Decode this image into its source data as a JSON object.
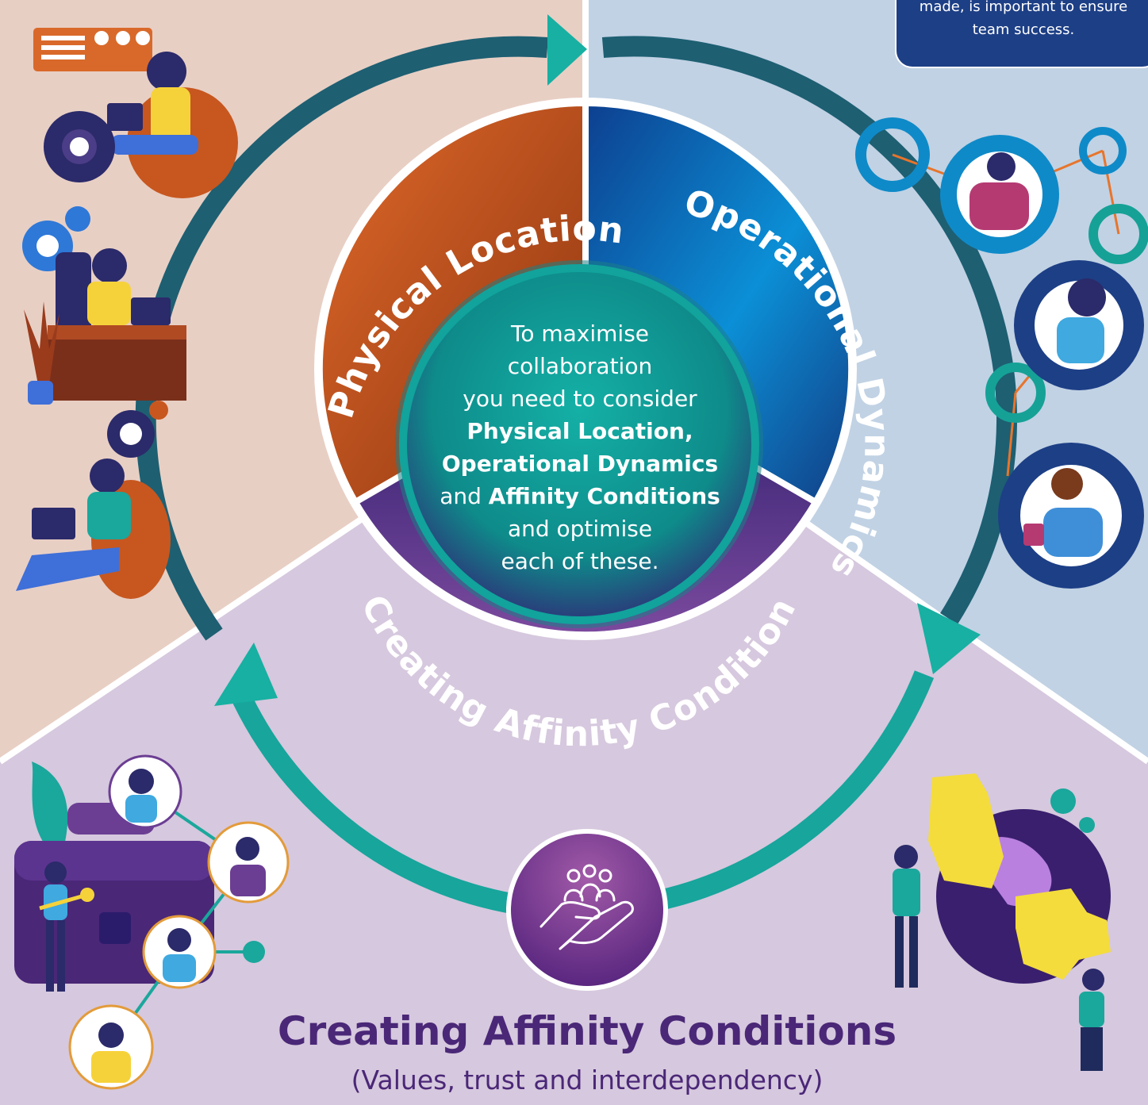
{
  "segments": {
    "physical_location": "Physical Location",
    "operational_dynamics": "Operational Dynamics",
    "affinity_conditions": "Creating Affinity Conditions"
  },
  "center": {
    "line1": "To maximise",
    "line2": "collaboration",
    "line3": "you need to consider",
    "bold1": "Physical Location,",
    "bold2": "Operational Dynamics",
    "line6_pre": "and",
    "bold3": "Affinity Conditions",
    "line7": "and optimise",
    "line8": "each of these."
  },
  "tip": {
    "line1": "made, is important to ensure",
    "line2": "team success."
  },
  "bottom": {
    "title": "Creating Affinity Conditions",
    "subtitle": "(Values, trust and interdependency)"
  },
  "colors": {
    "bg_left": "#e8cfc4",
    "bg_right": "#c1d2e4",
    "bg_bottom": "#d6c8de",
    "orange": "#c9561c",
    "blue": "#1673c0",
    "purple": "#5a2f8c",
    "teal": "#14a9a0",
    "navy": "#1d3f86",
    "title_purple": "#4a2777"
  },
  "icons": {
    "segment_icon": "care-team-hand-icon",
    "gear": "gear-icon",
    "arrow": "cycle-arrow-icon"
  }
}
